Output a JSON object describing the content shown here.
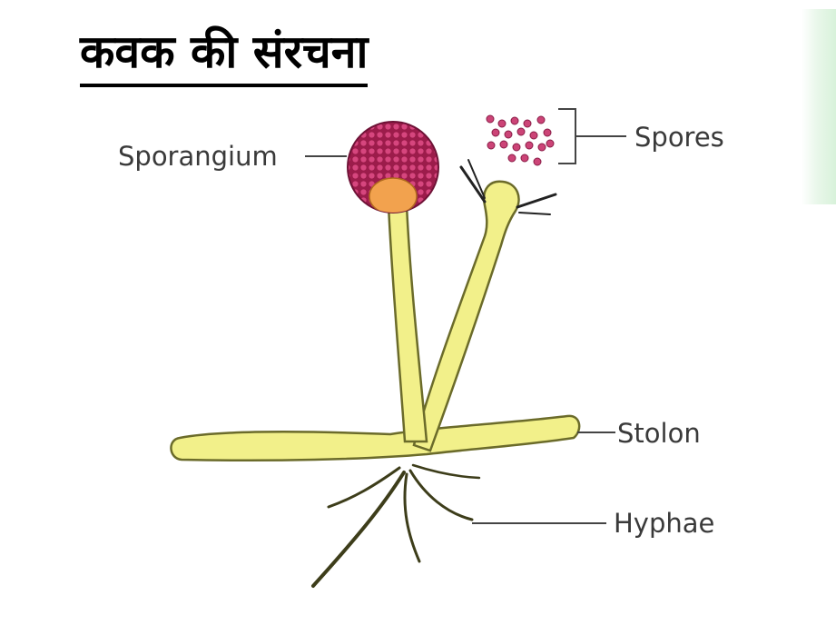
{
  "title": "कवक की संरचना",
  "labels": {
    "sporangium": "Sporangium",
    "spores": "Spores",
    "stolon": "Stolon",
    "hyphae": "Hyphae"
  },
  "colors": {
    "hypha_fill": "#f2f08a",
    "hypha_stroke": "#6b6b2a",
    "sporangium": "#b3245a",
    "columella": "#f2a24e",
    "leader_line": "#444444"
  }
}
